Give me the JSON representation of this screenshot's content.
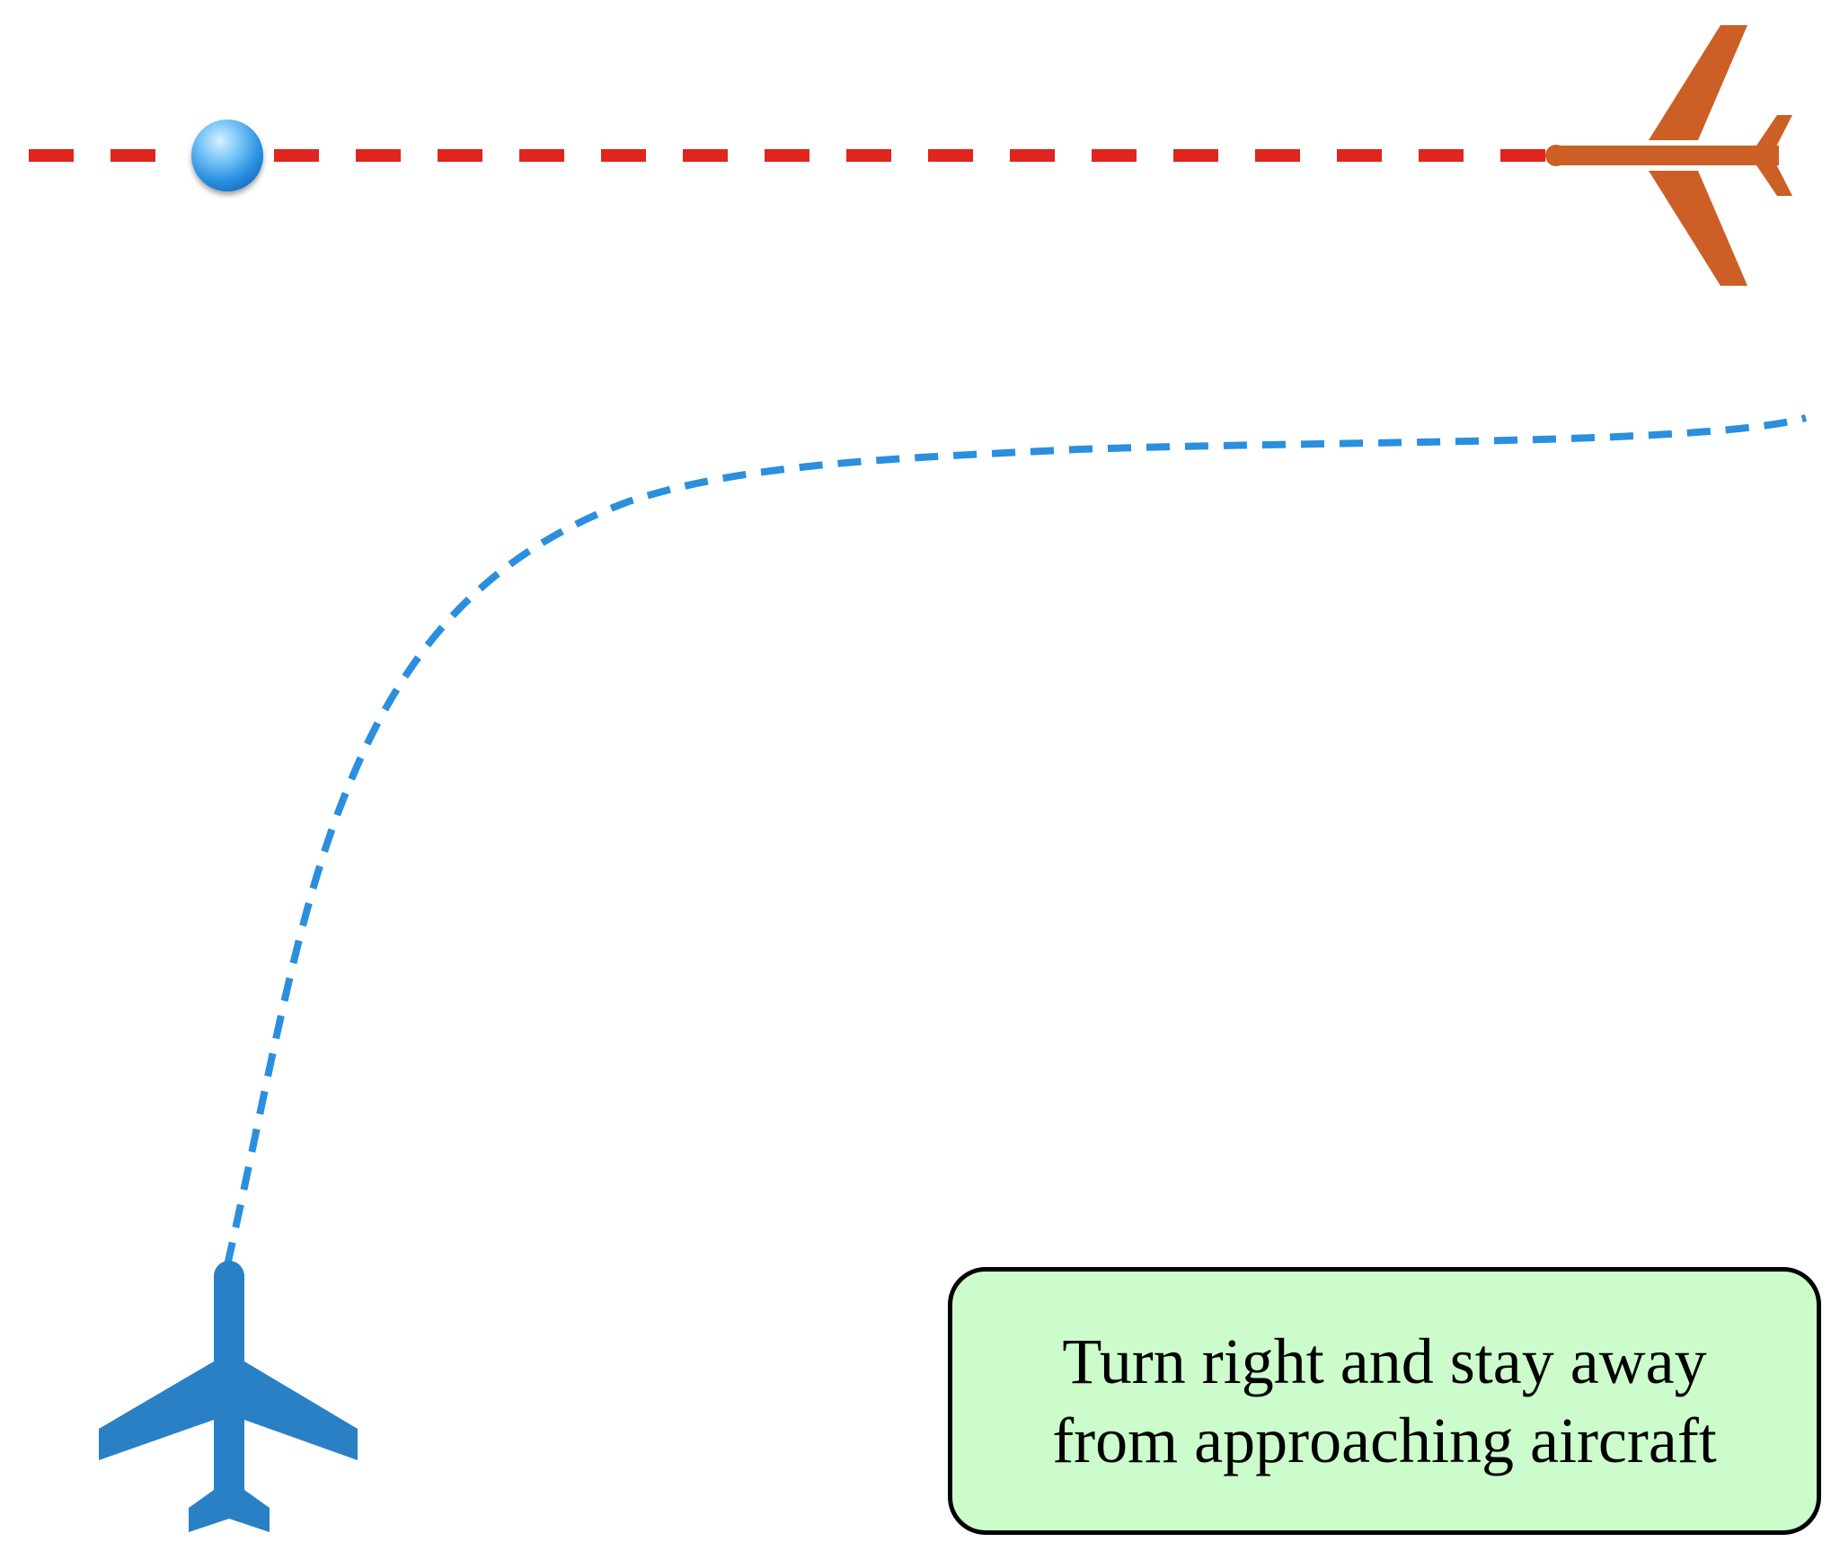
{
  "diagram": {
    "instruction": {
      "text": "Turn right and stay away\nfrom approaching aircraft",
      "background_color": "#ccfccc",
      "border_color": "#000000"
    },
    "intruder_aircraft": {
      "icon": "airplane-icon",
      "heading": "west",
      "color": "#cc5f26"
    },
    "intruder_path": {
      "style": "dashed",
      "color": "#e0251f"
    },
    "conflict_marker": {
      "icon": "sphere-marker",
      "color": "#3fa2ea"
    },
    "own_aircraft": {
      "icon": "airplane-icon",
      "heading": "north",
      "color": "#2a80c4"
    },
    "avoidance_path": {
      "style": "dashed",
      "color": "#2a8fdf",
      "maneuver": "right turn"
    }
  }
}
